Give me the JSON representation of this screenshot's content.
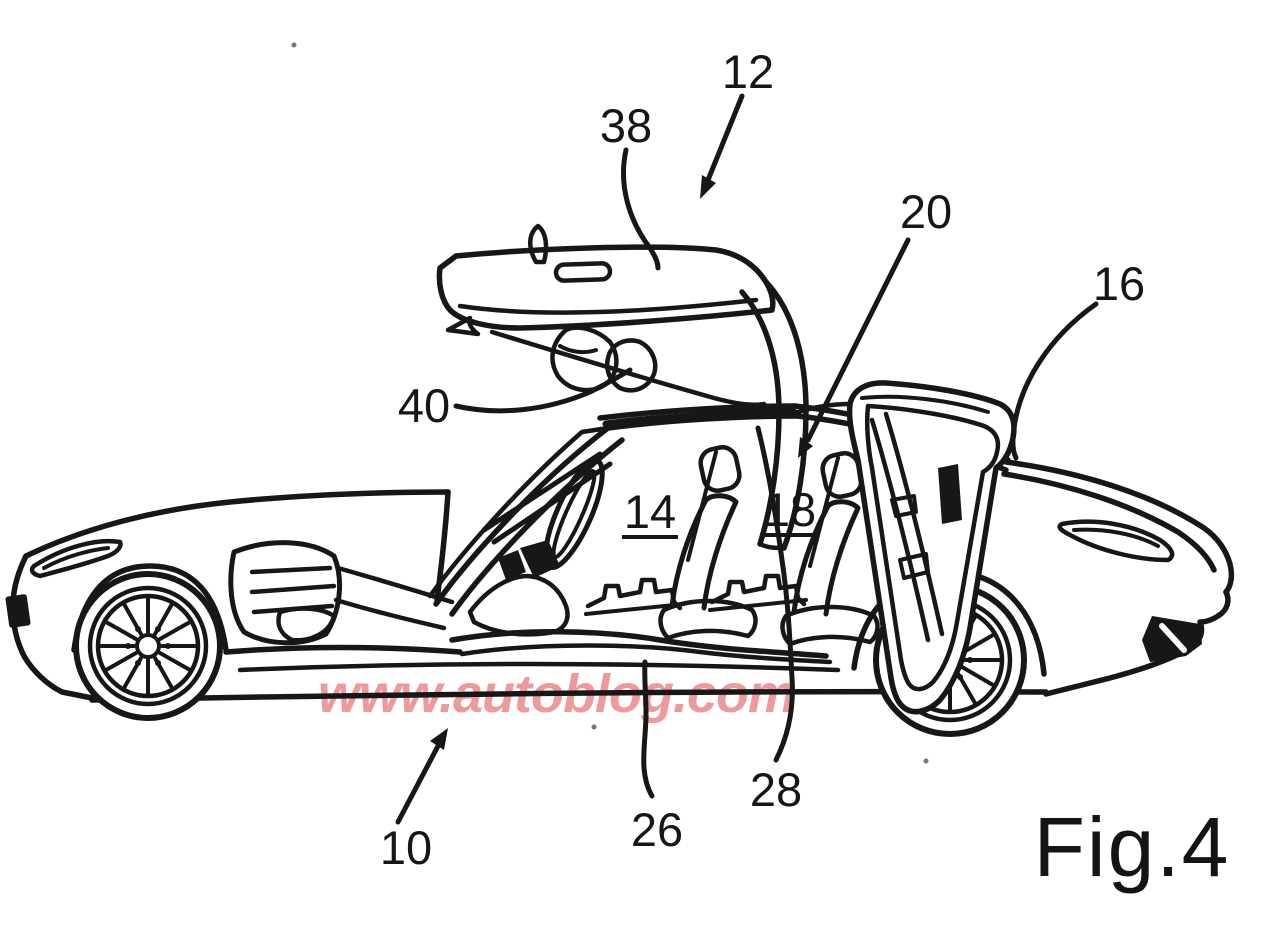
{
  "figure": {
    "caption": "Fig.4",
    "watermark": "www.autoblog.com",
    "labels": {
      "l12": "12",
      "l38": "38",
      "l20": "20",
      "l16": "16",
      "l40": "40",
      "l14": "14",
      "l18": "18",
      "l10": "10",
      "l26": "26",
      "l28": "28"
    },
    "colors": {
      "ink": "#171717",
      "watermark_pink": "#ef9a9a",
      "background": "#ffffff"
    }
  }
}
